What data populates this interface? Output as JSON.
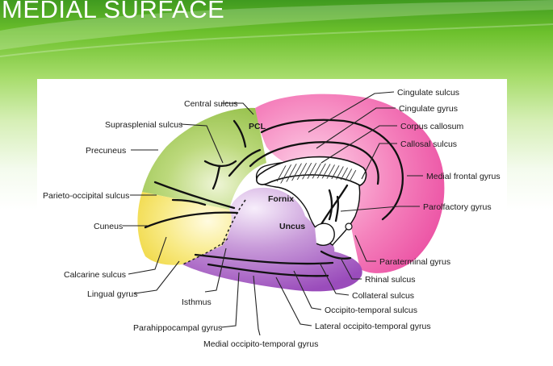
{
  "slide": {
    "title": "Medial surface"
  },
  "colors": {
    "header_green": "#5fb52a",
    "frontal": "#ef5aa8",
    "parietal": "#a7cc5f",
    "occipital": "#f5e36a",
    "temporal_limbic": "#a256c0"
  },
  "diagram": {
    "labels": {
      "central_sulcus": "Central sulcus",
      "suprasplenial_sulcus": "Suprasplenial sulcus",
      "precuneus": "Precuneus",
      "parieto_occipital_sulcus": "Parieto-occipital sulcus",
      "cuneus": "Cuneus",
      "calcarine_sulcus": "Calcarine sulcus",
      "lingual_gyrus": "Lingual gyrus",
      "isthmus": "Isthmus",
      "parahippocampal_gyrus": "Parahippocampal gyrus",
      "medial_occipito_temporal_gyrus": "Medial occipito-temporal gyrus",
      "cingulate_sulcus": "Cingulate sulcus",
      "cingulate_gyrus": "Cingulate gyrus",
      "corpus_callosum": "Corpus callosum",
      "callosal_sulcus": "Callosal sulcus",
      "medial_frontal_gyrus": "Medial frontal gyrus",
      "parolfactory_gyrus": "Parolfactory gyrus",
      "paraterminal_gyrus": "Paraterminal gyrus",
      "rhinal_sulcus": "Rhinal sulcus",
      "collateral_sulcus": "Collateral sulcus",
      "occipito_temporal_sulcus": "Occipito-temporal sulcus",
      "lateral_occipito_temporal_gyrus": "Lateral occipito-temporal gyrus",
      "pcl": "PCL",
      "fornix": "Fornix",
      "uncus": "Uncus"
    }
  }
}
